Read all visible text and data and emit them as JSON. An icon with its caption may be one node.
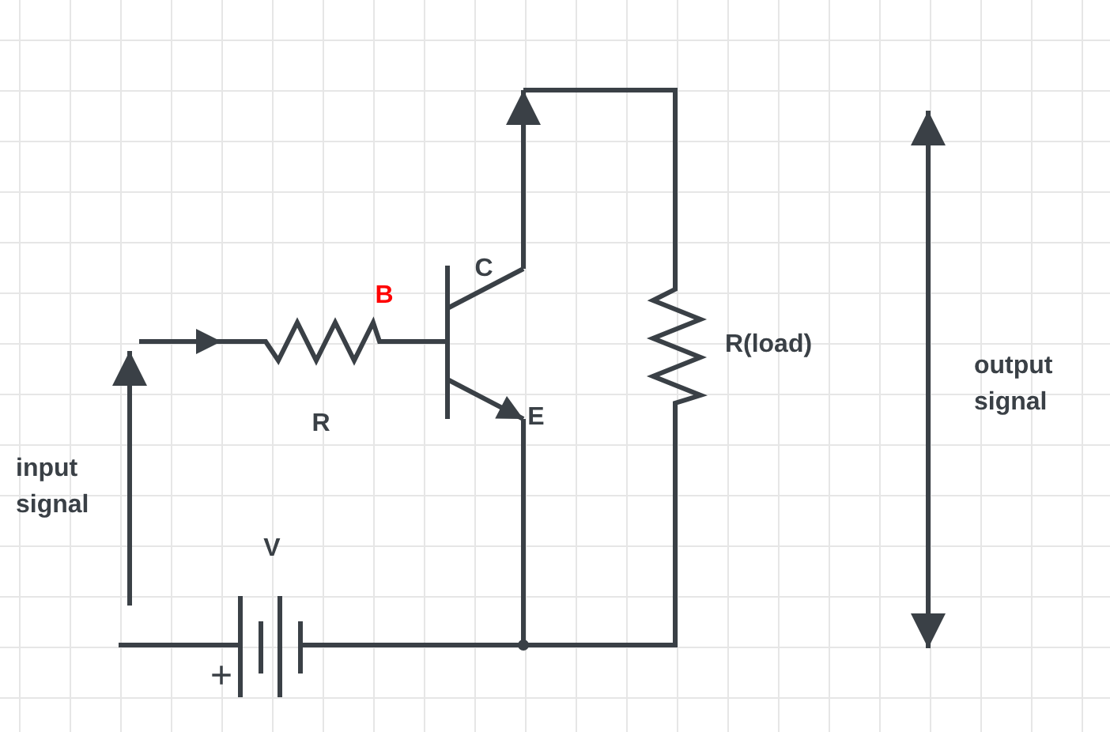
{
  "diagram": {
    "labels": [
      "C",
      "B",
      "R(load)",
      "output signal",
      "E",
      "R",
      "input signal",
      "V",
      "+"
    ]
  }
}
